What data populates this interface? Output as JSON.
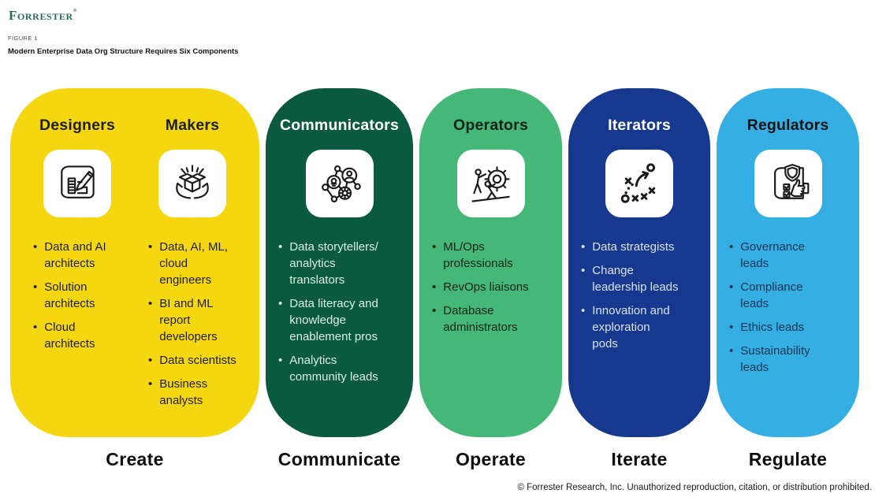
{
  "header": {
    "logo": "Forrester",
    "trademark": "®",
    "figure_label": "FIGURE 1",
    "title": "Modern Enterprise Data Org Structure Requires Six Components"
  },
  "colors": {
    "create_yellow": "#F5D711",
    "communicate_dark_green": "#0A5A40",
    "operate_green": "#45B878",
    "iterate_dark_blue": "#16398F",
    "regulate_light_blue": "#35AEE4",
    "logo_green": "#2E695C"
  },
  "groups": [
    {
      "action": "Create",
      "color": "#F5D711",
      "columns": [
        {
          "role": "Designers",
          "icon": "blueprint-pencil-icon",
          "bullets": [
            "Data and AI\narchitects",
            "Solution\narchitects",
            "Cloud\narchitects"
          ]
        },
        {
          "role": "Makers",
          "icon": "hands-open-box-icon",
          "bullets": [
            "Data, AI, ML,\ncloud\nengineers",
            "BI and ML\nreport\ndevelopers",
            "Data scientists",
            "Business\nanalysts"
          ]
        }
      ]
    },
    {
      "action": "Communicate",
      "color": "#0A5A40",
      "columns": [
        {
          "role": "Communicators",
          "icon": "network-collaboration-icon",
          "bullets": [
            "Data storytellers/\nanalytics\ntranslators",
            "Data literacy and\nknowledge\nenablement pros",
            "Analytics\ncommunity leads"
          ]
        }
      ]
    },
    {
      "action": "Operate",
      "color": "#45B878",
      "columns": [
        {
          "role": "Operators",
          "icon": "gear-teamwork-icon",
          "bullets": [
            "ML/Ops\nprofessionals",
            "RevOps liaisons",
            "Database\nadministrators"
          ]
        }
      ]
    },
    {
      "action": "Iterate",
      "color": "#16398F",
      "columns": [
        {
          "role": "Iterators",
          "icon": "strategy-play-icon",
          "bullets": [
            "Data strategists",
            "Change\nleadership leads",
            "Innovation and\nexploration\npods"
          ]
        }
      ]
    },
    {
      "action": "Regulate",
      "color": "#35AEE4",
      "columns": [
        {
          "role": "Regulators",
          "icon": "policy-approval-icon",
          "bullets": [
            "Governance\nleads",
            "Compliance\nleads",
            "Ethics leads",
            "Sustainability\nleads"
          ]
        }
      ]
    }
  ],
  "footer": {
    "copyright": "© Forrester Research, Inc. Unauthorized reproduction, citation, or distribution prohibited."
  }
}
